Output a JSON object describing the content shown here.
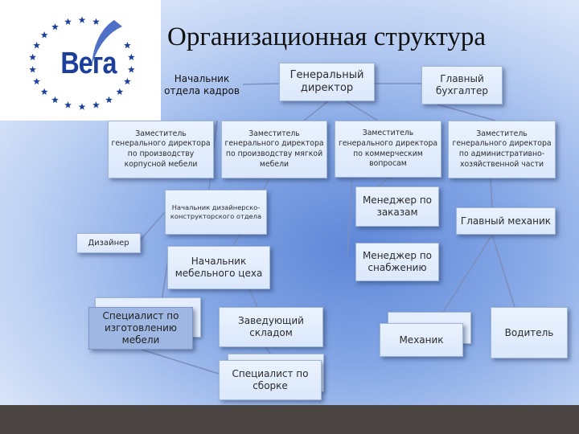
{
  "title": "Организационная структура",
  "logo": {
    "text": "Вега"
  },
  "boxes": {
    "hr_head": "Начальник отдела кадров",
    "ceo": "Генеральный директор",
    "chief_accountant": "Главный бухгалтер",
    "deputy_cabinet": "Заместитель генерального директора по производству корпусной мебели",
    "deputy_soft": "Заместитель генерального директора по производству мягкой мебели",
    "deputy_commercial": "Заместитель генерального директора по коммерческим вопросам",
    "deputy_admin": "Заместитель генерального директора по административно-хозяйственной части",
    "design_head": "Начальник дизайнерско-конструкторского отдела",
    "designer": "Дизайнер",
    "order_manager": "Менеджер по заказам",
    "chief_mechanic": "Главный механик",
    "supply_manager": "Менеджер по снабжению",
    "workshop_head": "Начальник мебельного цеха",
    "furniture_specialist": "Специалист по изготовлению мебели",
    "warehouse_head": "Заведующий складом",
    "mechanic": "Механик",
    "driver": "Водитель",
    "assembly_specialist": "Специалист по сборке"
  },
  "colors": {
    "logo_blue": "#1d3f9c",
    "box_fill": "#e4eefc",
    "line": "#7d8fbd",
    "bottom_bar": "#4a4543"
  }
}
